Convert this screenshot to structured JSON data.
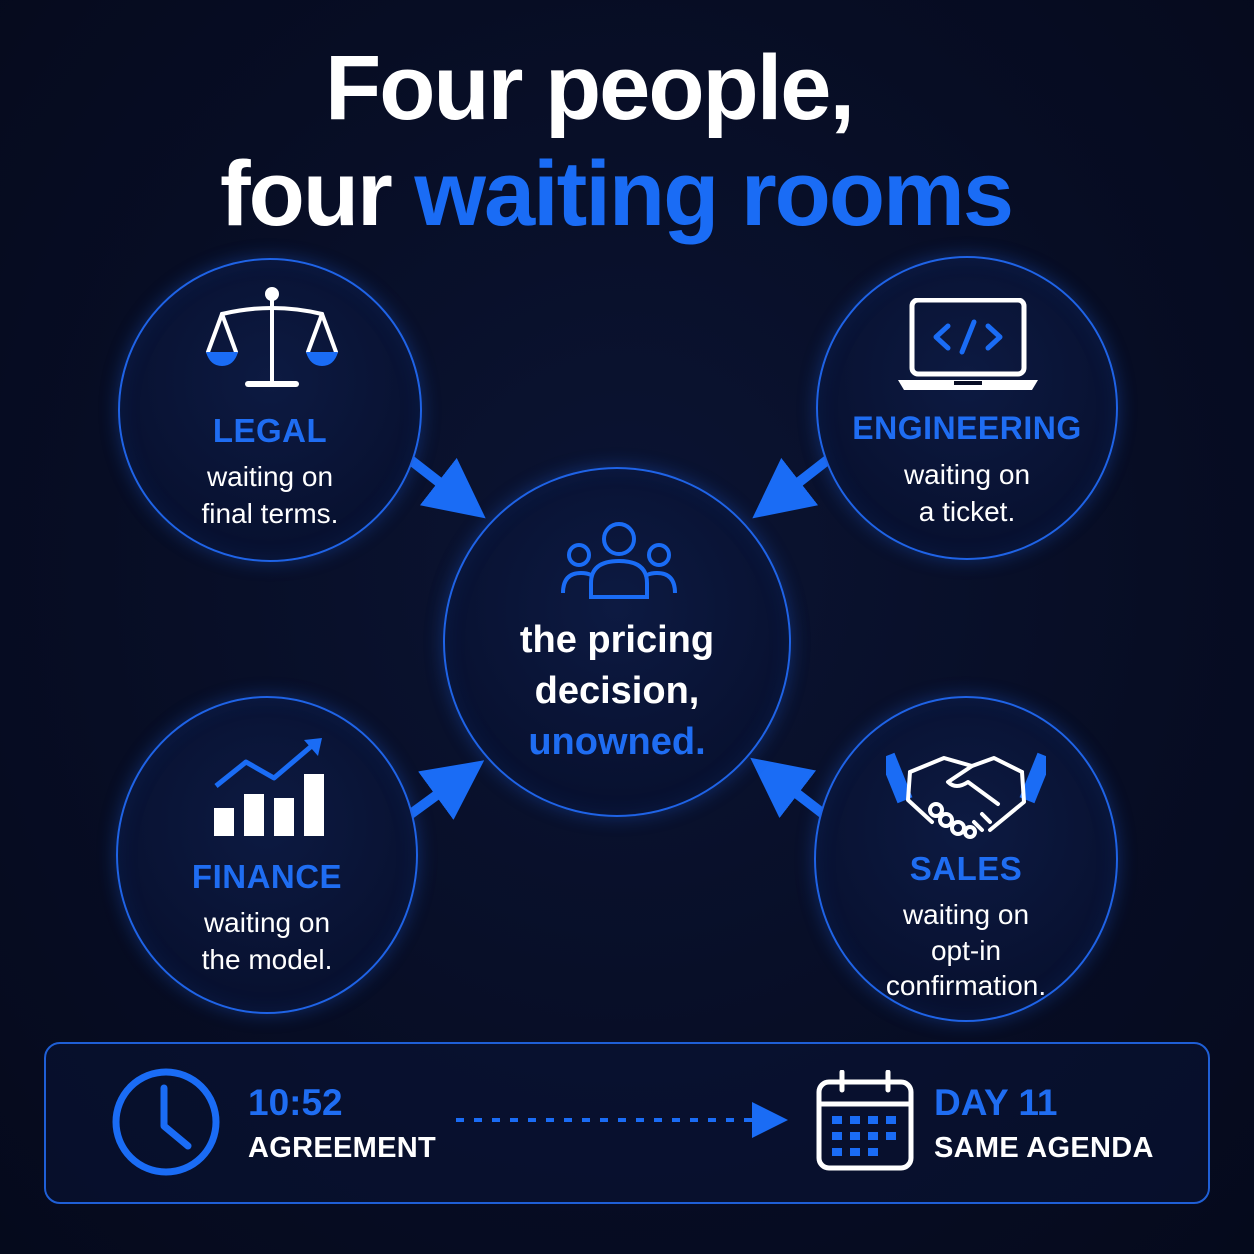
{
  "title": {
    "line1": "Four people,",
    "line2_plain": "four",
    "line2_accent": "waiting rooms"
  },
  "center": {
    "line1": "the pricing",
    "line2": "decision,",
    "line3": "unowned.",
    "icon": "people-group-icon"
  },
  "nodes": {
    "legal": {
      "label": "LEGAL",
      "desc1": "waiting on",
      "desc2": "final terms.",
      "icon": "scales-icon"
    },
    "engineering": {
      "label": "ENGINEERING",
      "desc1": "waiting on",
      "desc2": "a ticket.",
      "icon": "laptop-code-icon"
    },
    "finance": {
      "label": "FINANCE",
      "desc1": "waiting on",
      "desc2": "the model.",
      "icon": "bar-chart-trend-icon"
    },
    "sales": {
      "label": "SALES",
      "desc1": "waiting on",
      "desc2": "opt-in",
      "desc3": "confirmation.",
      "icon": "handshake-icon"
    }
  },
  "timeline": {
    "start_time": "10:52",
    "start_label": "AGREEMENT",
    "end_time": "DAY 11",
    "end_label": "SAME AGENDA",
    "start_icon": "clock-icon",
    "end_icon": "calendar-icon"
  },
  "colors": {
    "background": "#070d24",
    "accent": "#1f6df2",
    "ring": "#1f63e6",
    "text": "#ffffff"
  }
}
